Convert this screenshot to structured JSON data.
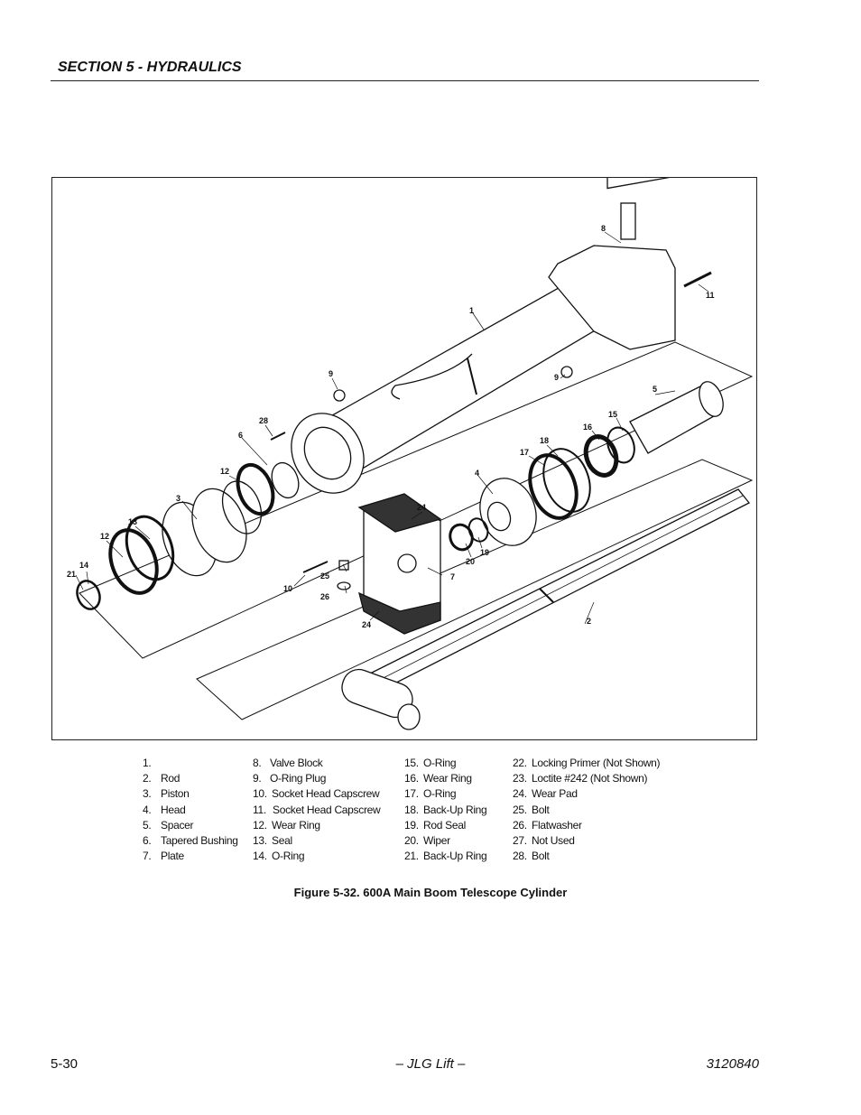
{
  "header": {
    "section_title": "SECTION 5 - HYDRAULICS"
  },
  "figure": {
    "callouts": [
      "1",
      "2",
      "3",
      "4",
      "5",
      "6",
      "7",
      "8",
      "9",
      "9",
      "10",
      "11",
      "12",
      "12",
      "13",
      "14",
      "15",
      "16",
      "17",
      "18",
      "19",
      "20",
      "21",
      "24",
      "24",
      "25",
      "26",
      "28"
    ],
    "caption": "Figure 5-32.   600A Main Boom Telescope Cylinder"
  },
  "legend": {
    "columns": [
      [
        {
          "num": "1.",
          "label": ""
        },
        {
          "num": "2.",
          "label": "Rod"
        },
        {
          "num": "3.",
          "label": "Piston"
        },
        {
          "num": "4.",
          "label": "Head"
        },
        {
          "num": "5.",
          "label": "Spacer"
        },
        {
          "num": "6.",
          "label": "Tapered Bushing"
        },
        {
          "num": "7.",
          "label": "Plate"
        }
      ],
      [
        {
          "num": "8.",
          "label": "Valve Block"
        },
        {
          "num": "9.",
          "label": "O-Ring Plug"
        },
        {
          "num": "10.",
          "label": "Socket Head Capscrew"
        },
        {
          "num": "11.",
          "label": "Socket Head Capscrew"
        },
        {
          "num": "12.",
          "label": "Wear Ring"
        },
        {
          "num": "13.",
          "label": "Seal"
        },
        {
          "num": "14.",
          "label": "O-Ring"
        }
      ],
      [
        {
          "num": "15.",
          "label": "O-Ring"
        },
        {
          "num": "16.",
          "label": "Wear Ring"
        },
        {
          "num": "17.",
          "label": "O-Ring"
        },
        {
          "num": "18.",
          "label": "Back-Up Ring"
        },
        {
          "num": "19.",
          "label": "Rod Seal"
        },
        {
          "num": "20.",
          "label": "Wiper"
        },
        {
          "num": "21.",
          "label": "Back-Up Ring"
        }
      ],
      [
        {
          "num": "22.",
          "label": "Locking Primer (Not Shown)"
        },
        {
          "num": "23.",
          "label": "Loctite #242 (Not Shown)"
        },
        {
          "num": "24.",
          "label": "Wear Pad"
        },
        {
          "num": "25.",
          "label": "Bolt"
        },
        {
          "num": "26.",
          "label": "Flatwasher"
        },
        {
          "num": "27.",
          "label": "Not Used"
        },
        {
          "num": "28.",
          "label": "Bolt"
        }
      ]
    ]
  },
  "footer": {
    "page_number": "5-30",
    "center_text": "– JLG Lift –",
    "doc_number": "3120840"
  }
}
